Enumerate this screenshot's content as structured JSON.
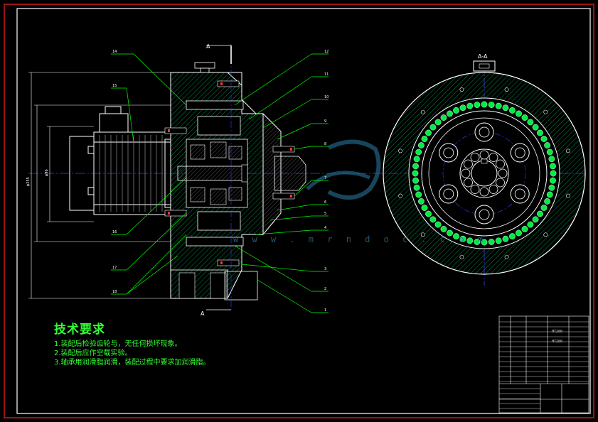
{
  "drawing": {
    "section_top_label": "A",
    "section_bottom_label": "A",
    "view_label": "A-A",
    "tech_title": "技术要求",
    "tech_notes": [
      "1.装配后检验齿轮与，无任何损坏现象。",
      "2.装配后应作空载实验。",
      "3.轴承用润滑脂润滑，装配过程中要求加润滑脂。"
    ],
    "watermark": "w w w . m r n d o c . c o m",
    "callouts_left": [
      "14",
      "15",
      "16",
      "17",
      "18"
    ],
    "callouts_right": [
      "12",
      "11",
      "10",
      "9",
      "8",
      "7",
      "6",
      "5",
      "4",
      "3",
      "2",
      "1"
    ],
    "dim_left": [
      "φ255",
      "φ96"
    ],
    "title_block": {
      "materials": [
        "HT200",
        "HT200"
      ]
    }
  },
  "colors": {
    "border_outer": "#ff0000",
    "border_inner": "#ffffff",
    "hatch": "#00cc66",
    "centerline": "#3344ff",
    "leader": "#00ff00",
    "notes": "#33ff33"
  }
}
